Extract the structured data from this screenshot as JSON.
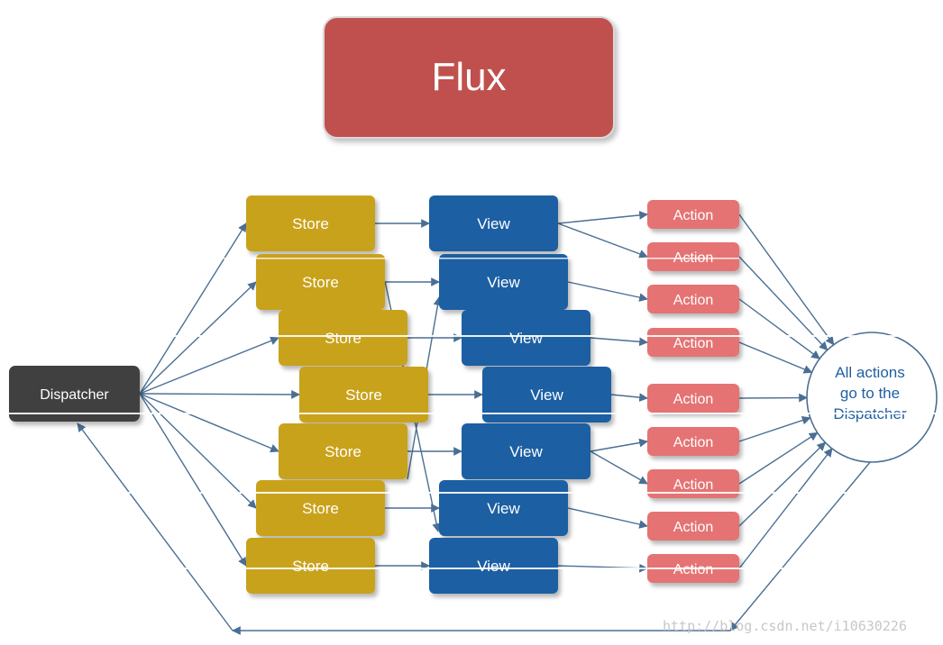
{
  "title": "Flux",
  "dispatcher_label": "Dispatcher",
  "store_label": "Store",
  "view_label": "View",
  "action_label": "Action",
  "hub_lines": [
    "All actions",
    "go to the",
    "Dispatcher"
  ],
  "watermark": "http://blog.csdn.net/i10630226",
  "store_count": 7,
  "view_count": 7,
  "action_count": 9,
  "colors": {
    "title": "#c0504d",
    "dispatcher": "#3f3f3f",
    "store": "#c9a21a",
    "view": "#1f5fa3",
    "action": "#e57373",
    "arrow": "#4a6f94"
  }
}
